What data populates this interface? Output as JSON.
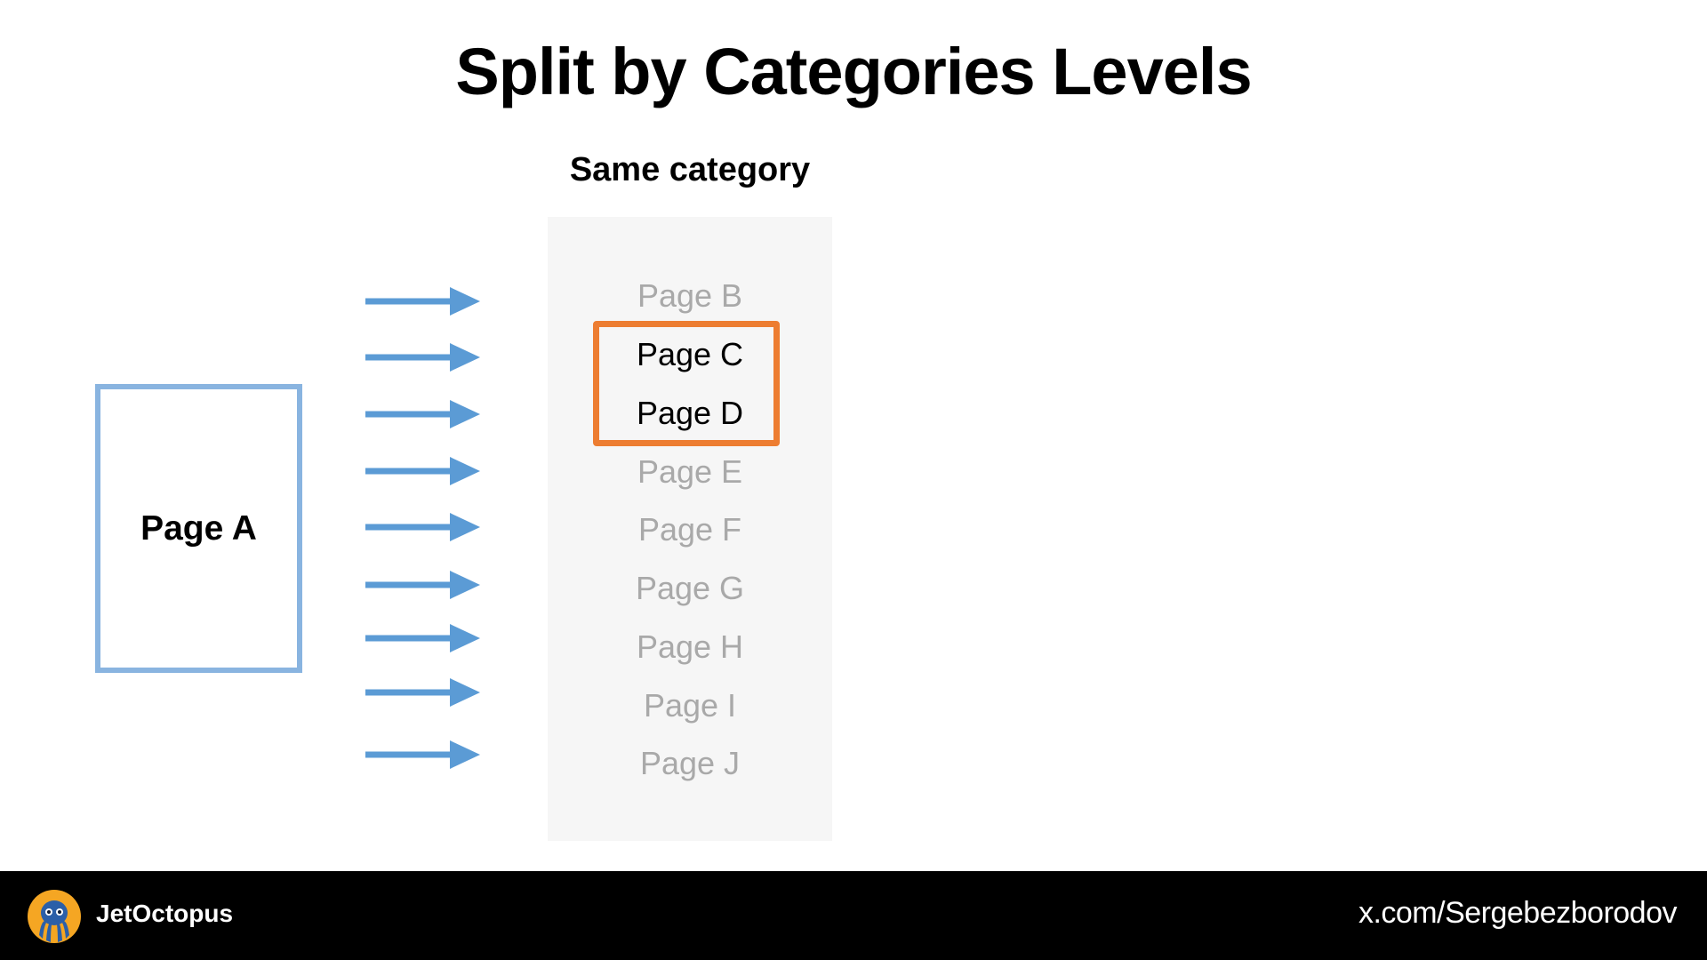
{
  "slide": {
    "title": "Split by Categories Levels"
  },
  "source_page": {
    "label": "Page A"
  },
  "category_column": {
    "heading": "Same category",
    "pages": [
      {
        "label": "Page B",
        "state": "dim"
      },
      {
        "label": "Page C",
        "state": "highlighted"
      },
      {
        "label": "Page D",
        "state": "highlighted"
      },
      {
        "label": "Page E",
        "state": "dim"
      },
      {
        "label": "Page F",
        "state": "dim"
      },
      {
        "label": "Page G",
        "state": "dim"
      },
      {
        "label": "Page H",
        "state": "dim"
      },
      {
        "label": "Page I",
        "state": "dim"
      },
      {
        "label": "Page J",
        "state": "dim"
      }
    ]
  },
  "footer": {
    "brand": "JetOctopus",
    "handle": "x.com/Sergebezborodov",
    "logo_icon": "octopus-logo-icon"
  },
  "colors": {
    "arrow": "#5b9bd5",
    "page_a_border": "#89b4e0",
    "highlight_border": "#ed7d31",
    "panel_bg": "#f6f6f6",
    "dim_text": "#a9a9a9",
    "footer_bg": "#000000"
  }
}
